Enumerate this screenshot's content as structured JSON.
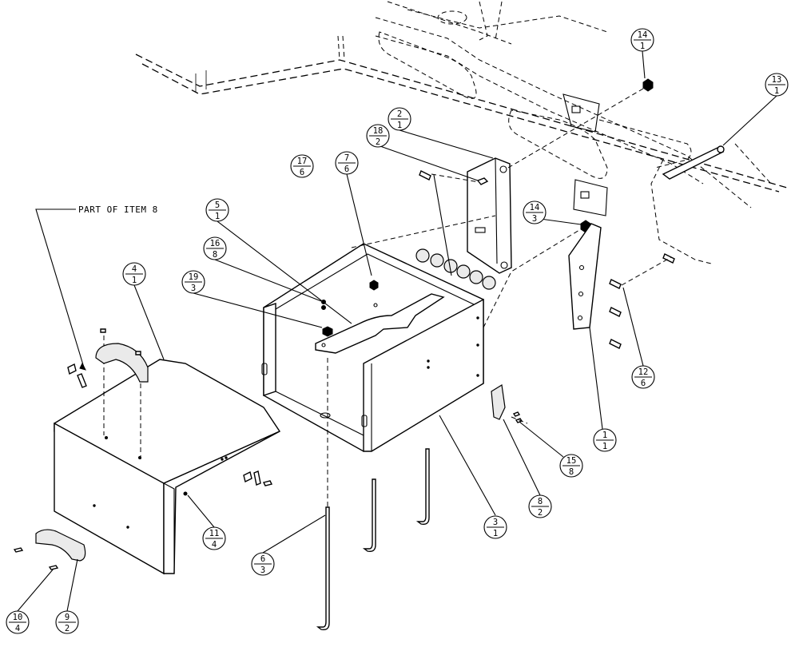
{
  "note": {
    "text": "PART OF ITEM 8"
  },
  "callouts": [
    {
      "id": "c1",
      "item": "1",
      "qty": "1"
    },
    {
      "id": "c2",
      "item": "2",
      "qty": "1"
    },
    {
      "id": "c3",
      "item": "3",
      "qty": "1"
    },
    {
      "id": "c4",
      "item": "4",
      "qty": "1"
    },
    {
      "id": "c5",
      "item": "5",
      "qty": "1"
    },
    {
      "id": "c6",
      "item": "6",
      "qty": "3"
    },
    {
      "id": "c7",
      "item": "7",
      "qty": "6"
    },
    {
      "id": "c8",
      "item": "8",
      "qty": "2"
    },
    {
      "id": "c9",
      "item": "9",
      "qty": "2"
    },
    {
      "id": "c10",
      "item": "10",
      "qty": "4"
    },
    {
      "id": "c11",
      "item": "11",
      "qty": "4"
    },
    {
      "id": "c12",
      "item": "12",
      "qty": "6"
    },
    {
      "id": "c13",
      "item": "13",
      "qty": "1"
    },
    {
      "id": "c14a",
      "item": "14",
      "qty": "1"
    },
    {
      "id": "c14b",
      "item": "14",
      "qty": "3"
    },
    {
      "id": "c15",
      "item": "15",
      "qty": "8"
    },
    {
      "id": "c16",
      "item": "16",
      "qty": "8"
    },
    {
      "id": "c17",
      "item": "17",
      "qty": "6"
    },
    {
      "id": "c18",
      "item": "18",
      "qty": "2"
    },
    {
      "id": "c19",
      "item": "19",
      "qty": "3"
    }
  ]
}
